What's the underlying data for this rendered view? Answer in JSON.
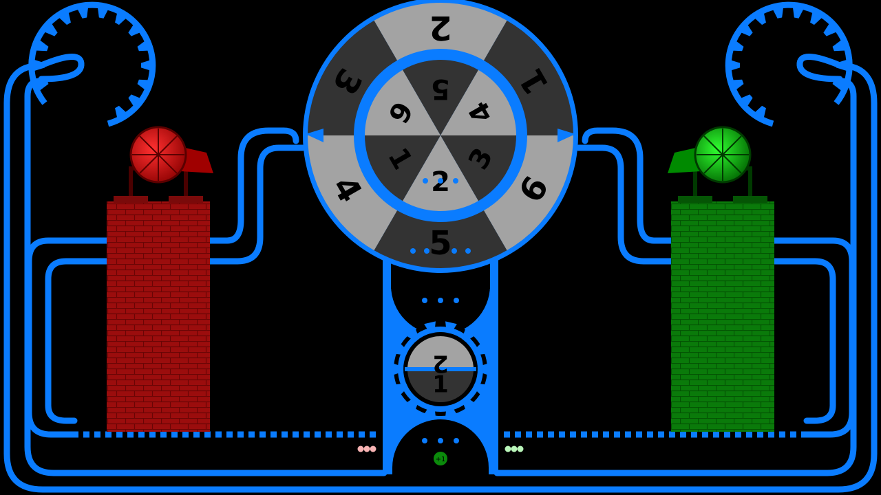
{
  "colors": {
    "background": "#000000",
    "track": "#0a7cff",
    "red_team": "#c00000",
    "red_tower": "#9b0d0d",
    "green_team": "#00a000",
    "green_tower": "#0a7a0a",
    "wheel_light": "#a3a3a3",
    "wheel_dark": "#333333"
  },
  "outer_wheel": {
    "segments": [
      {
        "label": "2",
        "shade": "light"
      },
      {
        "label": "1",
        "shade": "dark"
      },
      {
        "label": "6",
        "shade": "light"
      },
      {
        "label": "5",
        "shade": "dark"
      },
      {
        "label": "4",
        "shade": "light"
      },
      {
        "label": "3",
        "shade": "dark"
      }
    ]
  },
  "inner_wheel": {
    "segments": [
      {
        "label": "5",
        "shade": "dark"
      },
      {
        "label": "4",
        "shade": "light"
      },
      {
        "label": "3",
        "shade": "dark"
      },
      {
        "label": "2",
        "shade": "light"
      },
      {
        "label": "1",
        "shade": "dark"
      },
      {
        "label": "6",
        "shade": "light"
      }
    ]
  },
  "small_wheel": {
    "top_label": "2",
    "bottom_label": "1"
  },
  "bonus_badge": {
    "label": "+1",
    "color": "#0b8a0b"
  },
  "players": [
    {
      "team": "red",
      "icon": "cannon-icon",
      "pending_balls": 3,
      "ball_color": "#f7b3b3"
    },
    {
      "team": "green",
      "icon": "cannon-icon",
      "pending_balls": 3,
      "ball_color": "#b9f5b9"
    }
  ]
}
